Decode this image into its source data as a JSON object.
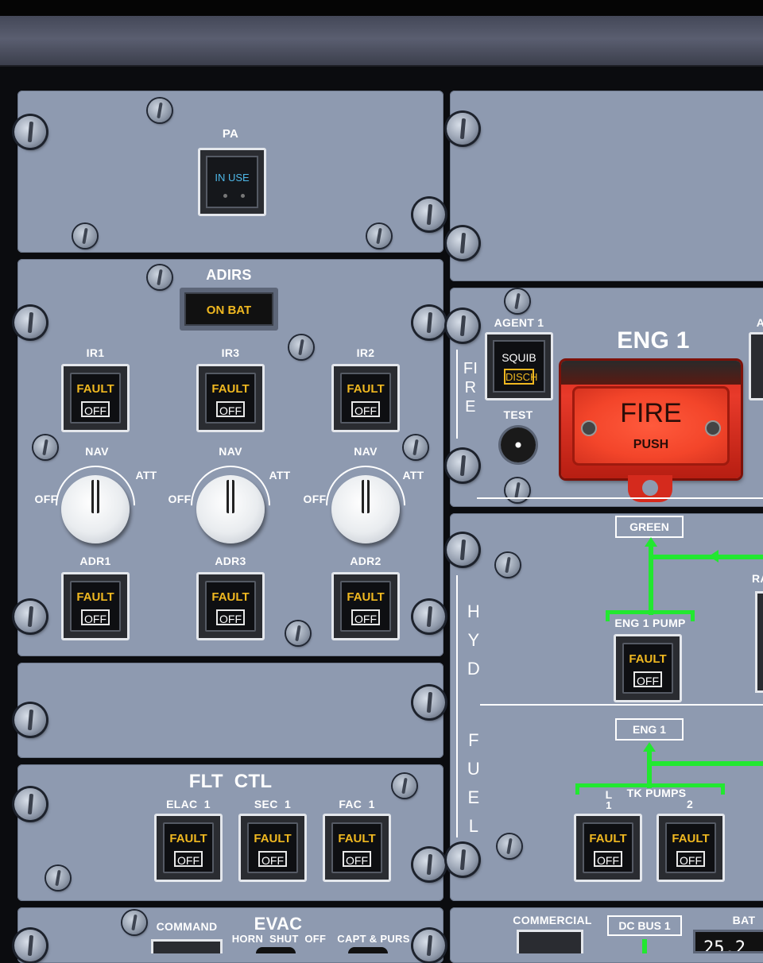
{
  "colors": {
    "panel": "#8e9ab0",
    "fault": "#f0b820",
    "in_use": "#4fb8e8",
    "fire": "#e83a2a",
    "hyd_line": "#22e830"
  },
  "pa": {
    "title": "PA",
    "button": "IN USE"
  },
  "adirs": {
    "title": "ADIRS",
    "on_bat": "ON BAT",
    "ir": [
      {
        "label": "IR1",
        "fault": "FAULT",
        "off": "OFF"
      },
      {
        "label": "IR3",
        "fault": "FAULT",
        "off": "OFF"
      },
      {
        "label": "IR2",
        "fault": "FAULT",
        "off": "OFF"
      }
    ],
    "selectors": {
      "nav": "NAV",
      "att": "ATT",
      "off": "OFF",
      "mode": "NAV"
    },
    "adr": [
      {
        "label": "ADR1",
        "fault": "FAULT",
        "off": "OFF"
      },
      {
        "label": "ADR3",
        "fault": "FAULT",
        "off": "OFF"
      },
      {
        "label": "ADR2",
        "fault": "FAULT",
        "off": "OFF"
      }
    ]
  },
  "flt_ctl": {
    "title": "FLT  CTL",
    "buttons": [
      {
        "label": "ELAC  1",
        "fault": "FAULT",
        "off": "OFF"
      },
      {
        "label": "SEC  1",
        "fault": "FAULT",
        "off": "OFF"
      },
      {
        "label": "FAC  1",
        "fault": "FAULT",
        "off": "OFF"
      }
    ]
  },
  "evac": {
    "title": "EVAC",
    "command": "COMMAND",
    "horn_shut_off": "HORN  SHUT  OFF",
    "capt_purs": "CAPT & PURS"
  },
  "fire": {
    "side_label": "FIRE",
    "agent_label": "AGENT 1",
    "agent_right": "A",
    "squib": "SQUIB",
    "disch": "DISCH",
    "test": "TEST",
    "eng_title": "ENG 1",
    "fire_text": "FIRE",
    "push_text": "PUSH"
  },
  "hyd": {
    "side_label": "HYD",
    "green": "GREEN",
    "pump_label": "ENG 1 PUMP",
    "fault": "FAULT",
    "off": "OFF",
    "right_label": "RA"
  },
  "fuel": {
    "side_label": "FUEL",
    "eng": "ENG 1",
    "tk_pumps": "TK PUMPS",
    "l": "L",
    "pump1": "1",
    "pump2": "2",
    "pumps": [
      {
        "fault": "FAULT",
        "off": "OFF"
      },
      {
        "fault": "FAULT",
        "off": "OFF"
      }
    ]
  },
  "elec": {
    "commercial": "COMMERCIAL",
    "dc_bus": "DC BUS 1",
    "bat": "BAT",
    "display": "25.2"
  }
}
